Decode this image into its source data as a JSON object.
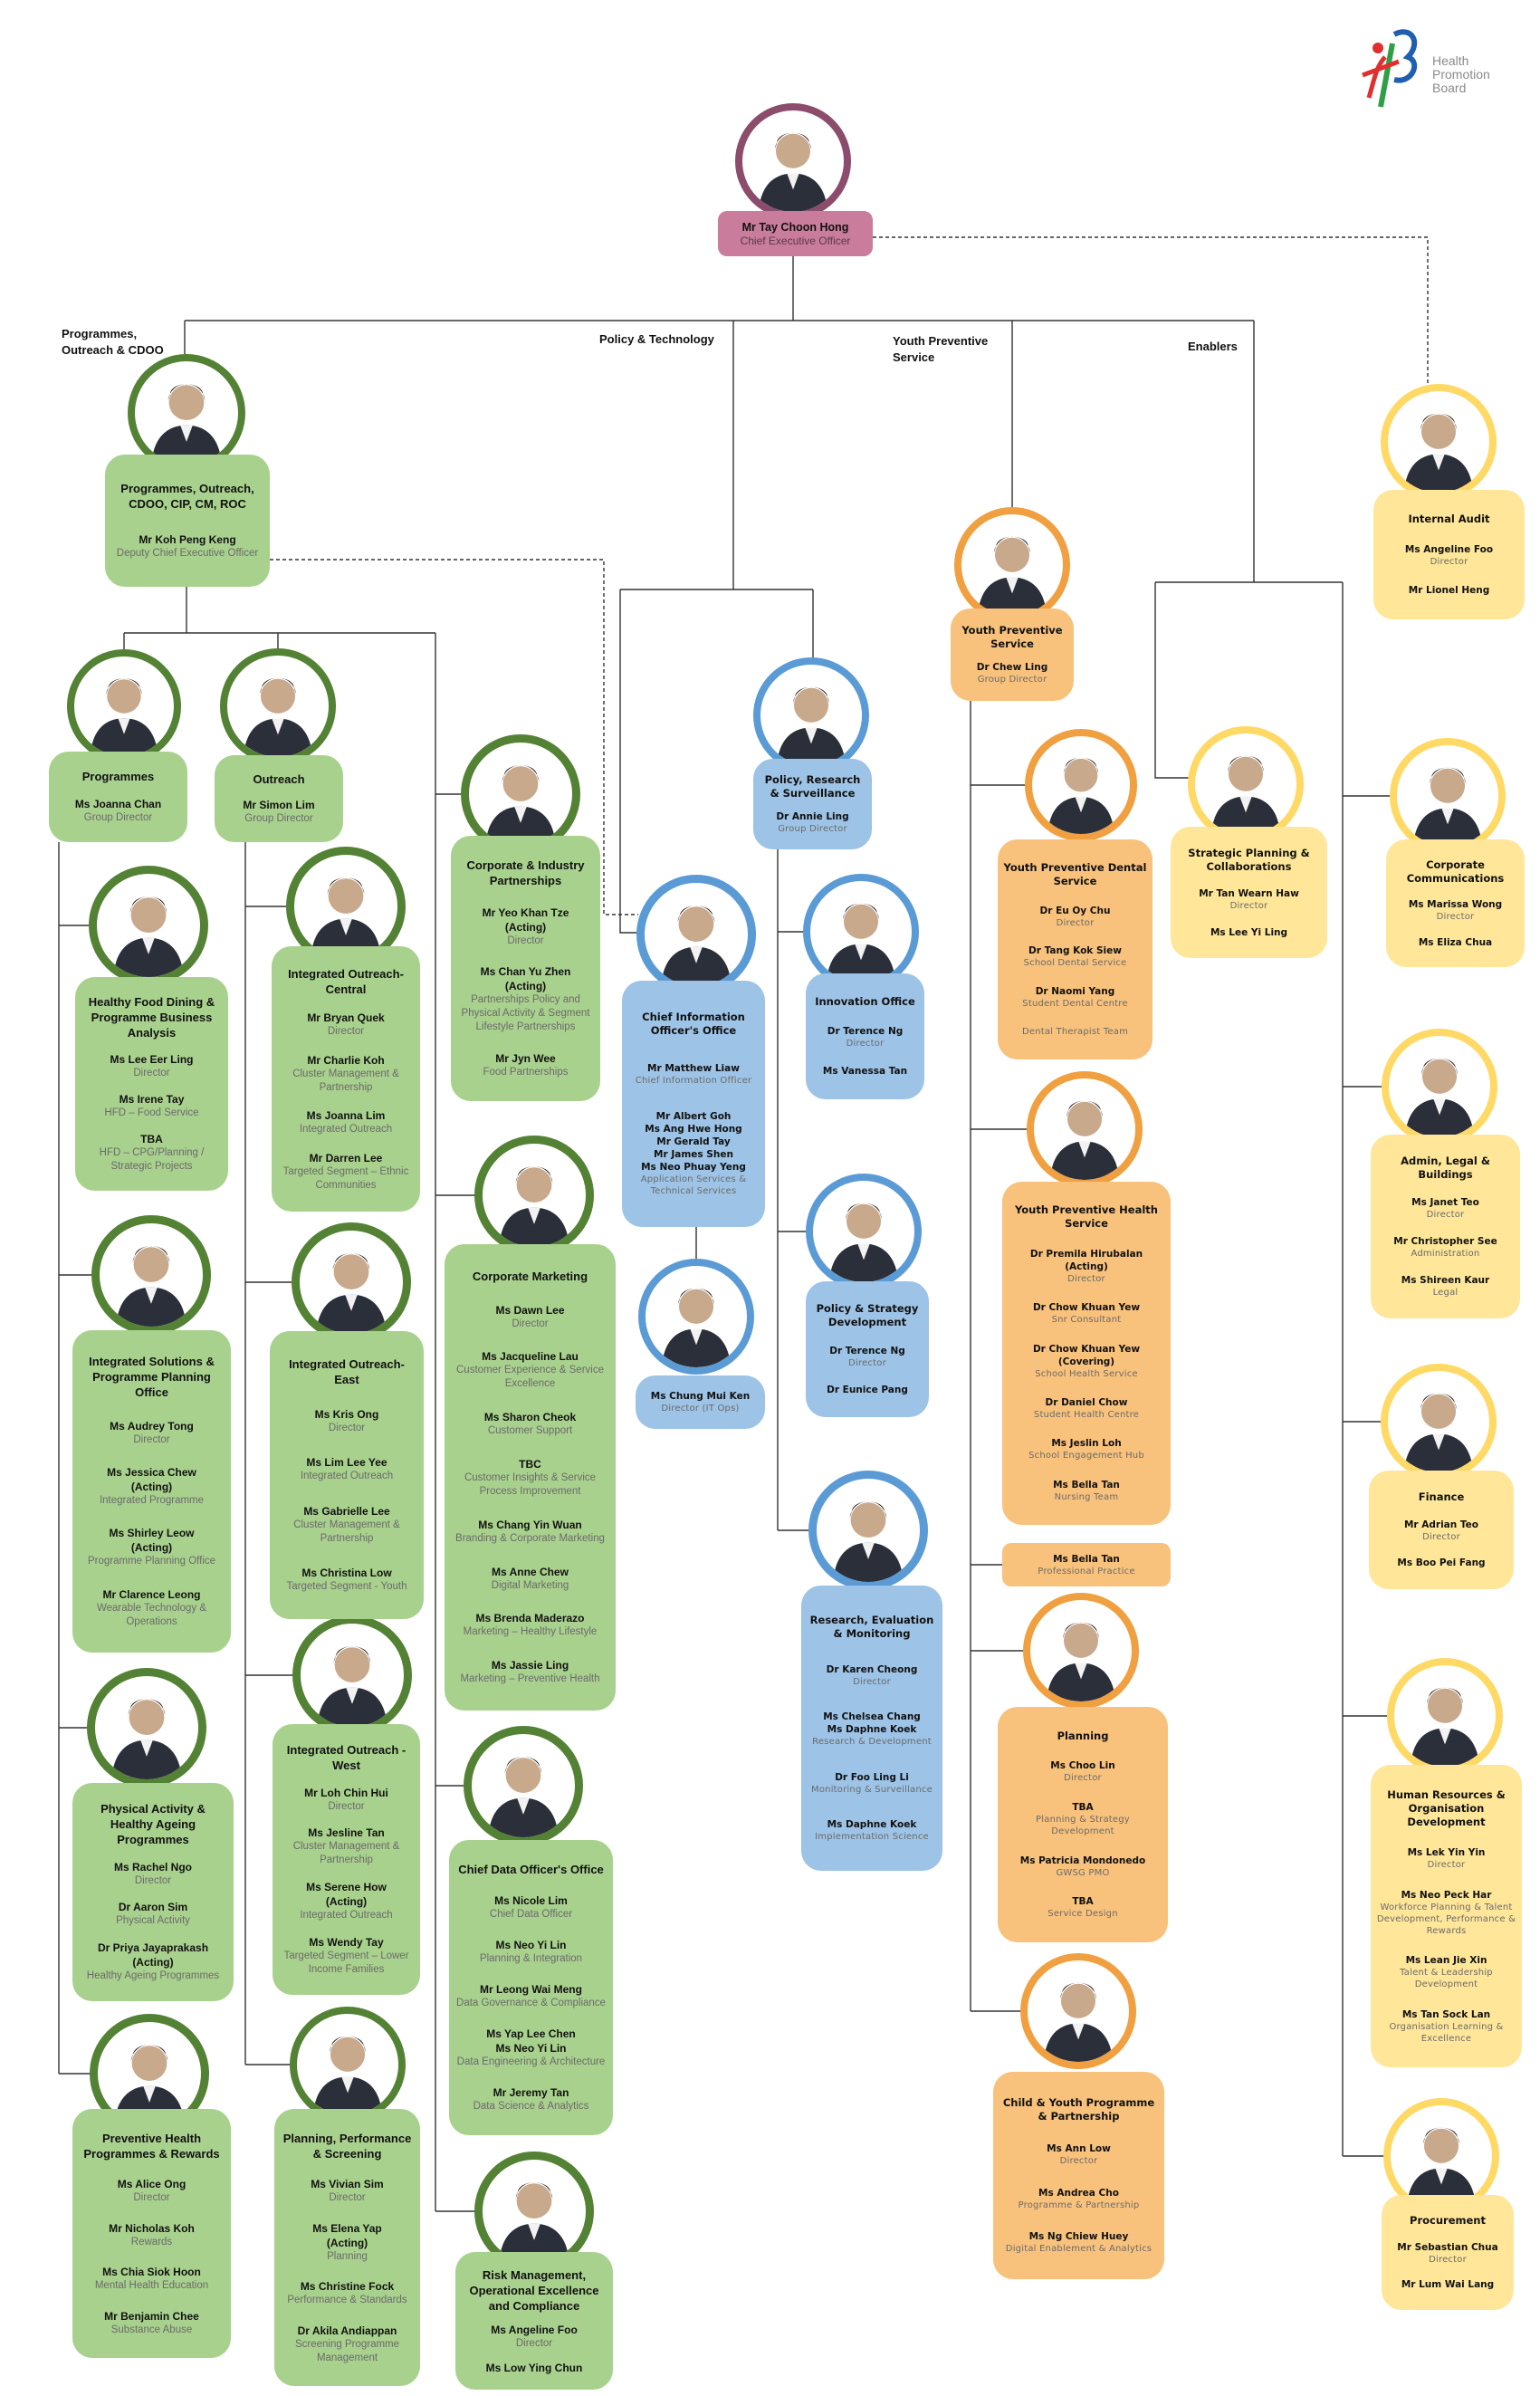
{
  "logo": {
    "text": "Health\nPromotion\nBoard"
  },
  "branches": {
    "programmes": "Programmes,\nOutreach & CDOO",
    "policy": "Policy & Technology",
    "youth": "Youth Preventive\nService",
    "enablers": "Enablers"
  },
  "themes": {
    "pink": {
      "box": "#c97c9b",
      "ring": "#8c4d6c"
    },
    "green": {
      "box": "#a9d18e",
      "ring": "#548235"
    },
    "blue": {
      "box": "#9dc3e6",
      "ring": "#5b9bd5"
    },
    "orange": {
      "box": "#f8c27c",
      "ring": "#f0a040"
    },
    "yellow": {
      "box": "#ffe699",
      "ring": "#ffd966"
    }
  },
  "units": [
    {
      "theme": "pink",
      "title": "",
      "people": [
        {
          "name": "Mr Tay Choon Hong",
          "role": "Chief Executive Officer"
        }
      ]
    },
    {
      "theme": "green",
      "title": "Programmes, Outreach, CDOO, CIP, CM, ROC",
      "people": [
        {
          "name": "Mr Koh Peng Keng",
          "role": "Deputy Chief Executive Officer"
        }
      ]
    },
    {
      "theme": "green",
      "title": "Programmes",
      "people": [
        {
          "name": "Ms Joanna Chan",
          "role": "Group Director"
        }
      ]
    },
    {
      "theme": "green",
      "title": "Outreach",
      "people": [
        {
          "name": "Mr Simon Lim",
          "role": "Group Director"
        }
      ]
    },
    {
      "theme": "green",
      "title": "Healthy Food Dining & Programme Business Analysis",
      "people": [
        {
          "name": "Ms Lee Eer Ling",
          "role": "Director"
        },
        {
          "name": "Ms Irene Tay",
          "role": "HFD – Food Service"
        },
        {
          "name": "TBA",
          "role": "HFD – CPG/Planning / Strategic Projects"
        }
      ]
    },
    {
      "theme": "green",
      "title": "Integrated Solutions & Programme Planning Office",
      "people": [
        {
          "name": "Ms Audrey Tong",
          "role": "Director"
        },
        {
          "name": "Ms Jessica Chew\n(Acting)",
          "role": "Integrated Programme"
        },
        {
          "name": "Ms Shirley Leow\n(Acting)",
          "role": "Programme Planning Office"
        },
        {
          "name": "Mr Clarence Leong",
          "role": "Wearable Technology & Operations"
        }
      ]
    },
    {
      "theme": "green",
      "title": "Physical Activity & Healthy Ageing Programmes",
      "people": [
        {
          "name": "Ms Rachel Ngo",
          "role": "Director"
        },
        {
          "name": "Dr Aaron Sim",
          "role": "Physical Activity"
        },
        {
          "name": "Dr Priya Jayaprakash\n(Acting)",
          "role": "Healthy Ageing Programmes"
        }
      ]
    },
    {
      "theme": "green",
      "title": "Preventive Health Programmes & Rewards",
      "people": [
        {
          "name": "Ms Alice Ong",
          "role": "Director"
        },
        {
          "name": "Mr Nicholas Koh",
          "role": "Rewards"
        },
        {
          "name": "Ms Chia Siok Hoon",
          "role": "Mental Health Education"
        },
        {
          "name": "Mr Benjamin Chee",
          "role": "Substance Abuse"
        }
      ]
    },
    {
      "theme": "green",
      "title": "Integrated Outreach- Central",
      "people": [
        {
          "name": "Mr Bryan Quek",
          "role": "Director"
        },
        {
          "name": "Mr Charlie Koh",
          "role": "Cluster Management & Partnership"
        },
        {
          "name": "Ms Joanna Lim",
          "role": "Integrated Outreach"
        },
        {
          "name": "Mr Darren Lee",
          "role": "Targeted Segment – Ethnic Communities"
        }
      ]
    },
    {
      "theme": "green",
      "title": "Integrated Outreach- East",
      "people": [
        {
          "name": "Ms Kris Ong",
          "role": "Director"
        },
        {
          "name": "Ms Lim Lee Yee",
          "role": "Integrated Outreach"
        },
        {
          "name": "Ms Gabrielle Lee",
          "role": "Cluster Management & Partnership"
        },
        {
          "name": "Ms Christina Low",
          "role": "Targeted Segment - Youth"
        }
      ]
    },
    {
      "theme": "green",
      "title": "Integrated Outreach - West",
      "people": [
        {
          "name": "Mr Loh Chin Hui",
          "role": "Director"
        },
        {
          "name": "Ms Jesline Tan",
          "role": "Cluster Management & Partnership"
        },
        {
          "name": "Ms Serene How\n(Acting)",
          "role": "Integrated Outreach"
        },
        {
          "name": "Ms Wendy Tay",
          "role": "Targeted Segment – Lower Income Families"
        }
      ]
    },
    {
      "theme": "green",
      "title": "Planning, Performance & Screening",
      "people": [
        {
          "name": "Ms Vivian Sim",
          "role": "Director"
        },
        {
          "name": "Ms Elena Yap\n(Acting)",
          "role": "Planning"
        },
        {
          "name": "Ms Christine Fock",
          "role": "Performance & Standards"
        },
        {
          "name": "Dr Akila Andiappan",
          "role": "Screening Programme Management"
        }
      ]
    },
    {
      "theme": "green",
      "title": "Corporate & Industry Partnerships",
      "people": [
        {
          "name": "Mr Yeo Khan Tze\n(Acting)",
          "role": "Director"
        },
        {
          "name": "Ms Chan Yu Zhen\n(Acting)",
          "role": "Partnerships Policy and Physical Activity & Segment Lifestyle Partnerships"
        },
        {
          "name": "Mr Jyn Wee",
          "role": "Food Partnerships"
        }
      ]
    },
    {
      "theme": "green",
      "title": "Corporate Marketing",
      "people": [
        {
          "name": "Ms Dawn Lee",
          "role": "Director"
        },
        {
          "name": "Ms Jacqueline Lau",
          "role": "Customer Experience & Service Excellence"
        },
        {
          "name": "Ms Sharon Cheok",
          "role": "Customer Support"
        },
        {
          "name": "TBC",
          "role": "Customer Insights & Service Process Improvement"
        },
        {
          "name": "Ms Chang Yin Wuan",
          "role": "Branding & Corporate Marketing"
        },
        {
          "name": "Ms Anne Chew",
          "role": "Digital Marketing"
        },
        {
          "name": "Ms Brenda Maderazo",
          "role": "Marketing – Healthy Lifestyle"
        },
        {
          "name": "Ms Jassie Ling",
          "role": "Marketing – Preventive Health"
        }
      ]
    },
    {
      "theme": "green",
      "title": "Chief Data Officer's Office",
      "people": [
        {
          "name": "Ms Nicole Lim",
          "role": "Chief Data Officer"
        },
        {
          "name": "Ms Neo Yi Lin",
          "role": "Planning & Integration"
        },
        {
          "name": "Mr Leong Wai Meng",
          "role": "Data Governance & Compliance"
        },
        {
          "name": "Ms Yap Lee Chen\nMs Neo Yi Lin",
          "role": "Data Engineering & Architecture"
        },
        {
          "name": "Mr Jeremy Tan",
          "role": "Data Science & Analytics"
        }
      ]
    },
    {
      "theme": "green",
      "title": "Risk Management, Operational Excellence and Compliance",
      "people": [
        {
          "name": "Ms Angeline Foo",
          "role": "Director"
        },
        {
          "name": "Ms Low Ying Chun",
          "role": ""
        }
      ]
    },
    {
      "theme": "blue",
      "title": "Chief Information Officer's Office",
      "people": [
        {
          "name": "Mr Matthew Liaw",
          "role": "Chief Information Officer"
        },
        {
          "name": "Mr Albert Goh\nMs Ang Hwe Hong\nMr Gerald Tay\nMr James Shen\nMs Neo Phuay Yeng",
          "role": "Application Services & Technical Services"
        }
      ]
    },
    {
      "theme": "blue",
      "title": "",
      "people": [
        {
          "name": "Ms Chung Mui Ken",
          "role": "Director (IT Ops)"
        }
      ]
    },
    {
      "theme": "blue",
      "title": "Policy, Research & Surveillance",
      "people": [
        {
          "name": "Dr Annie Ling",
          "role": "Group Director"
        }
      ]
    },
    {
      "theme": "blue",
      "title": "Innovation Office",
      "people": [
        {
          "name": "Dr Terence Ng",
          "role": "Director"
        },
        {
          "name": "Ms Vanessa Tan",
          "role": ""
        }
      ]
    },
    {
      "theme": "blue",
      "title": "Policy & Strategy Development",
      "people": [
        {
          "name": "Dr Terence Ng",
          "role": "Director"
        },
        {
          "name": "Dr Eunice Pang",
          "role": ""
        }
      ]
    },
    {
      "theme": "blue",
      "title": "Research, Evaluation & Monitoring",
      "people": [
        {
          "name": "Dr Karen Cheong",
          "role": "Director"
        },
        {
          "name": "Ms Chelsea Chang\nMs Daphne Koek",
          "role": "Research & Development"
        },
        {
          "name": "Dr Foo Ling Li",
          "role": "Monitoring & Surveillance"
        },
        {
          "name": "Ms Daphne Koek",
          "role": "Implementation Science"
        }
      ]
    },
    {
      "theme": "orange",
      "title": "Youth Preventive Service",
      "people": [
        {
          "name": "Dr Chew Ling",
          "role": "Group Director"
        }
      ]
    },
    {
      "theme": "orange",
      "title": "Youth Preventive Dental Service",
      "people": [
        {
          "name": "Dr Eu Oy Chu",
          "role": "Director"
        },
        {
          "name": "Dr Tang Kok Siew",
          "role": "School Dental Service"
        },
        {
          "name": "Dr Naomi Yang",
          "role": "Student Dental Centre"
        },
        {
          "name": "",
          "role": "Dental Therapist Team"
        }
      ]
    },
    {
      "theme": "orange",
      "title": "Youth Preventive Health Service",
      "people": [
        {
          "name": "Dr Premila Hirubalan\n(Acting)",
          "role": "Director"
        },
        {
          "name": "Dr Chow Khuan Yew",
          "role": "Snr Consultant"
        },
        {
          "name": "Dr Chow Khuan Yew\n(Covering)",
          "role": "School Health Service"
        },
        {
          "name": "Dr Daniel Chow",
          "role": "Student Health Centre"
        },
        {
          "name": "Ms Jeslin Loh",
          "role": "School Engagement Hub"
        },
        {
          "name": "Ms Bella Tan",
          "role": "Nursing Team"
        }
      ]
    },
    {
      "theme": "orange",
      "title": "",
      "people": [
        {
          "name": "Ms Bella Tan",
          "role": "Professional Practice"
        }
      ]
    },
    {
      "theme": "orange",
      "title": "Planning",
      "people": [
        {
          "name": "Ms Choo Lin",
          "role": "Director"
        },
        {
          "name": "TBA",
          "role": "Planning & Strategy Development"
        },
        {
          "name": "Ms Patricia Mondonedo",
          "role": "GWSG PMO"
        },
        {
          "name": "TBA",
          "role": "Service Design"
        }
      ]
    },
    {
      "theme": "orange",
      "title": "Child & Youth Programme & Partnership",
      "people": [
        {
          "name": "Ms Ann Low",
          "role": "Director"
        },
        {
          "name": "Ms Andrea Cho",
          "role": "Programme & Partnership"
        },
        {
          "name": "Ms Ng Chiew Huey",
          "role": "Digital Enablement & Analytics"
        }
      ]
    },
    {
      "theme": "yellow",
      "title": "Internal Audit",
      "people": [
        {
          "name": "Ms Angeline Foo",
          "role": "Director"
        },
        {
          "name": "Mr Lionel Heng",
          "role": ""
        }
      ]
    },
    {
      "theme": "yellow",
      "title": "Strategic Planning & Collaborations",
      "people": [
        {
          "name": "Mr Tan Wearn Haw",
          "role": "Director"
        },
        {
          "name": "Ms Lee Yi Ling",
          "role": ""
        }
      ]
    },
    {
      "theme": "yellow",
      "title": "Corporate Communications",
      "people": [
        {
          "name": "Ms Marissa Wong",
          "role": "Director"
        },
        {
          "name": "Ms Eliza Chua",
          "role": ""
        }
      ]
    },
    {
      "theme": "yellow",
      "title": "Admin, Legal & Buildings",
      "people": [
        {
          "name": "Ms Janet Teo",
          "role": "Director"
        },
        {
          "name": "Mr Christopher See",
          "role": "Administration"
        },
        {
          "name": "Ms Shireen Kaur",
          "role": "Legal"
        }
      ]
    },
    {
      "theme": "yellow",
      "title": "Finance",
      "people": [
        {
          "name": "Mr Adrian Teo",
          "role": "Director"
        },
        {
          "name": "Ms Boo Pei Fang",
          "role": ""
        }
      ]
    },
    {
      "theme": "yellow",
      "title": "Human Resources & Organisation Development",
      "people": [
        {
          "name": "Ms Lek Yin Yin",
          "role": "Director"
        },
        {
          "name": "Ms Neo Peck Har",
          "role": "Workforce Planning & Talent Development, Performance & Rewards"
        },
        {
          "name": "Ms Lean Jie Xin",
          "role": "Talent & Leadership Development"
        },
        {
          "name": "Ms Tan Sock Lan",
          "role": "Organisation Learning & Excellence"
        }
      ]
    },
    {
      "theme": "yellow",
      "title": "Procurement",
      "people": [
        {
          "name": "Mr Sebastian Chua",
          "role": "Director"
        },
        {
          "name": "Mr Lum Wai Lang",
          "role": ""
        }
      ]
    }
  ]
}
